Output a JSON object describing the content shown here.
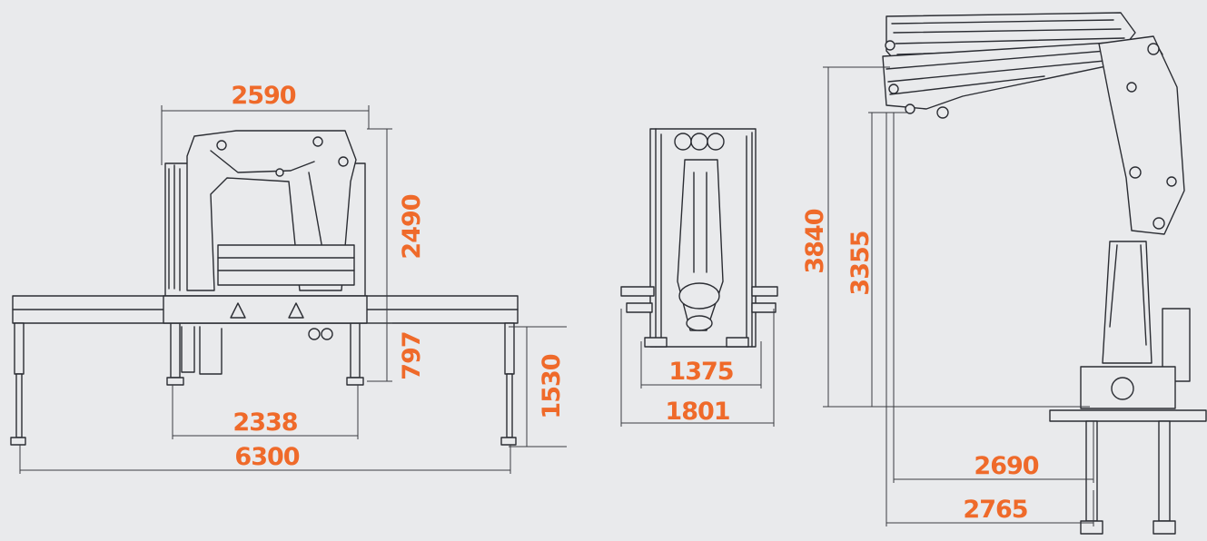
{
  "colors": {
    "background": "#e9eaec",
    "line": "#2b2d33",
    "dimension_text": "#ef6a2a"
  },
  "front_view": {
    "overall_width": "2590",
    "height": "2490",
    "base_height": "797",
    "leg_height": "1530",
    "inner_span": "2338",
    "outrigger_span": "6300"
  },
  "side_view": {
    "inner_width": "1375",
    "outer_width": "1801"
  },
  "boom_view": {
    "max_height": "3840",
    "folded_height": "3355",
    "reach_inner": "2690",
    "reach_outer": "2765"
  }
}
